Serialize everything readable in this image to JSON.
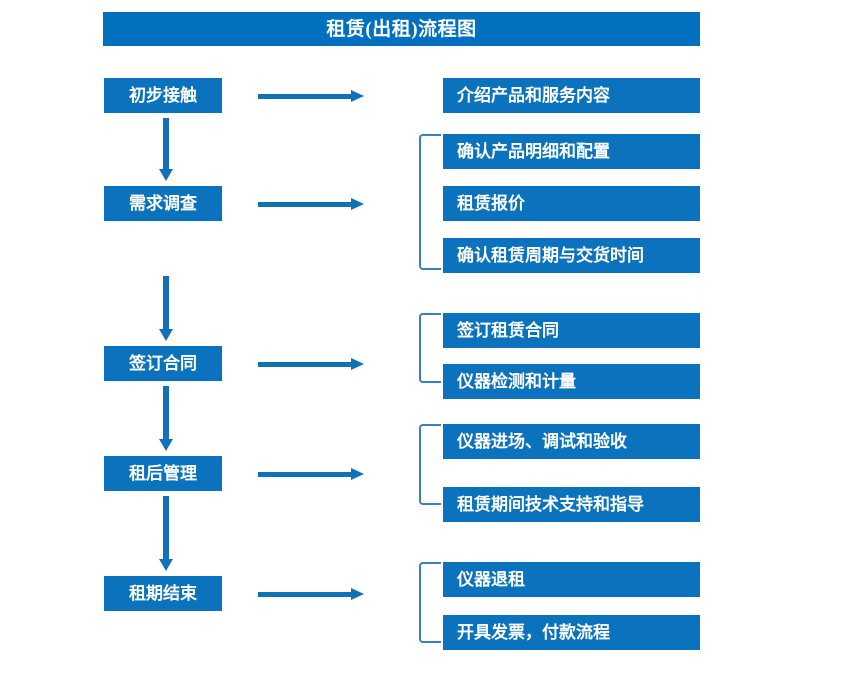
{
  "title": {
    "text": "租赁(出租)流程图"
  },
  "colors": {
    "title_bar": "#0070bf",
    "box": "#0b72bd",
    "box_text": "#ffffff",
    "arrow": "#0f72b5",
    "bracket": "#3b7fbf",
    "background": "#ffffff"
  },
  "stages": [
    {
      "label": "初步接触"
    },
    {
      "label": "需求调查"
    },
    {
      "label": "签订合同"
    },
    {
      "label": "租后管理"
    },
    {
      "label": "租期结束"
    }
  ],
  "tasks": [
    {
      "label": "介绍产品和服务内容"
    },
    {
      "label": "确认产品明细和配置"
    },
    {
      "label": "租赁报价"
    },
    {
      "label": "确认租赁周期与交货时间"
    },
    {
      "label": "签订租赁合同"
    },
    {
      "label": "仪器检测和计量"
    },
    {
      "label": "仪器进场、调试和验收"
    },
    {
      "label": "租赁期间技术支持和指导"
    },
    {
      "label": "仪器退租"
    },
    {
      "label": "开具发票，付款流程"
    }
  ],
  "groups": [
    {
      "stage": "需求调查",
      "tasks": [
        "确认产品明细和配置",
        "租赁报价",
        "确认租赁周期与交货时间"
      ]
    },
    {
      "stage": "签订合同",
      "tasks": [
        "签订租赁合同",
        "仪器检测和计量"
      ]
    },
    {
      "stage": "租后管理",
      "tasks": [
        "仪器进场、调试和验收",
        "租赁期间技术支持和指导"
      ]
    },
    {
      "stage": "租期结束",
      "tasks": [
        "仪器退租",
        "开具发票，付款流程"
      ]
    }
  ]
}
